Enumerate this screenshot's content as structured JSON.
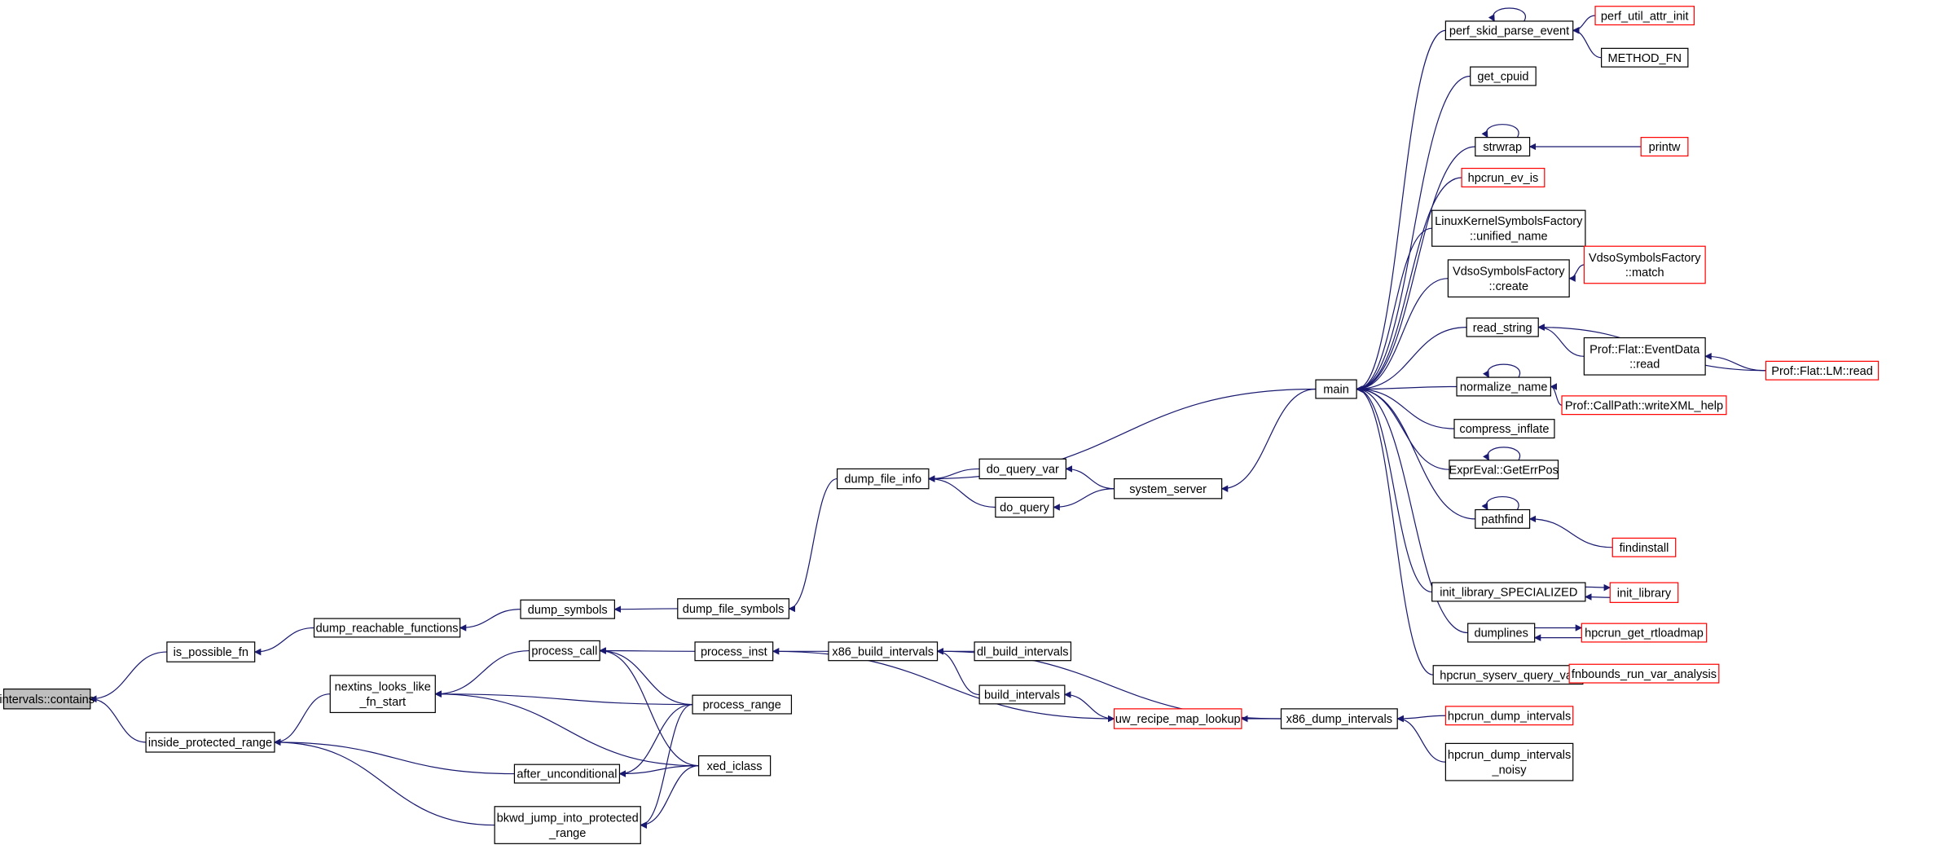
{
  "graph": {
    "edge_color": "#191970",
    "highlight_fill": "#bfbfbf",
    "missing_border_color": "#ff0000",
    "nodes": [
      {
        "id": "contains",
        "label": "intervals::contains",
        "root": true
      },
      {
        "id": "is_possible_fn",
        "label": "is_possible_fn"
      },
      {
        "id": "inside_protected_range",
        "label": "inside_protected_range"
      },
      {
        "id": "dump_reachable_functions",
        "label": "dump_reachable_functions"
      },
      {
        "id": "nextins",
        "label": "nextins_looks_like\n_fn_start"
      },
      {
        "id": "dump_symbols",
        "label": "dump_symbols"
      },
      {
        "id": "process_call",
        "label": "process_call"
      },
      {
        "id": "after_unconditional",
        "label": "after_unconditional"
      },
      {
        "id": "bkwd_jump",
        "label": "bkwd_jump_into_protected\n_range"
      },
      {
        "id": "dump_file_symbols",
        "label": "dump_file_symbols"
      },
      {
        "id": "process_inst",
        "label": "process_inst"
      },
      {
        "id": "process_range",
        "label": "process_range"
      },
      {
        "id": "xed_iclass",
        "label": "xed_iclass"
      },
      {
        "id": "dump_file_info",
        "label": "dump_file_info"
      },
      {
        "id": "do_query_var",
        "label": "do_query_var"
      },
      {
        "id": "do_query",
        "label": "do_query"
      },
      {
        "id": "system_server",
        "label": "system_server"
      },
      {
        "id": "x86_build_intervals",
        "label": "x86_build_intervals"
      },
      {
        "id": "dl_build_intervals",
        "label": "dl_build_intervals"
      },
      {
        "id": "build_intervals",
        "label": "build_intervals"
      },
      {
        "id": "uw_recipe_map_lookup",
        "label": "uw_recipe_map_lookup",
        "red": true
      },
      {
        "id": "x86_dump_intervals",
        "label": "x86_dump_intervals"
      },
      {
        "id": "main",
        "label": "main"
      },
      {
        "id": "perf_skid_parse_event",
        "label": "perf_skid_parse_event"
      },
      {
        "id": "get_cpuid",
        "label": "get_cpuid"
      },
      {
        "id": "strwrap",
        "label": "strwrap"
      },
      {
        "id": "hpcrun_ev_is",
        "label": "hpcrun_ev_is",
        "red": true
      },
      {
        "id": "linux_unified",
        "label": "LinuxKernelSymbolsFactory\n::unified_name"
      },
      {
        "id": "vdso_create",
        "label": "VdsoSymbolsFactory\n::create"
      },
      {
        "id": "read_string",
        "label": "read_string"
      },
      {
        "id": "normalize_name",
        "label": "normalize_name"
      },
      {
        "id": "compress_inflate",
        "label": "compress_inflate"
      },
      {
        "id": "expr_geterrpos",
        "label": "ExprEval::GetErrPos"
      },
      {
        "id": "pathfind",
        "label": "pathfind"
      },
      {
        "id": "init_library_specialized",
        "label": "init_library_SPECIALIZED"
      },
      {
        "id": "dumplines",
        "label": "dumplines"
      },
      {
        "id": "hpcrun_syserv_query_var",
        "label": "hpcrun_syserv_query_var"
      },
      {
        "id": "perf_util_attr_init",
        "label": "perf_util_attr_init",
        "red": true
      },
      {
        "id": "method_fn",
        "label": "METHOD_FN"
      },
      {
        "id": "printw",
        "label": "printw",
        "red": true
      },
      {
        "id": "vdso_match",
        "label": "VdsoSymbolsFactory\n::match",
        "red": true
      },
      {
        "id": "eventdata_read",
        "label": "Prof::Flat::EventData\n::read"
      },
      {
        "id": "lm_read",
        "label": "Prof::Flat::LM::read",
        "red": true
      },
      {
        "id": "writexml_help",
        "label": "Prof::CallPath::writeXML_help",
        "red": true
      },
      {
        "id": "findinstall",
        "label": "findinstall",
        "red": true
      },
      {
        "id": "init_library",
        "label": "init_library",
        "red": true
      },
      {
        "id": "hpcrun_get_rtloadmap",
        "label": "hpcrun_get_rtloadmap",
        "red": true
      },
      {
        "id": "fnbounds_run_var_analysis",
        "label": "fnbounds_run_var_analysis",
        "red": true
      },
      {
        "id": "hpcrun_dump_intervals",
        "label": "hpcrun_dump_intervals",
        "red": true
      },
      {
        "id": "hpcrun_dump_intervals_noisy",
        "label": "hpcrun_dump_intervals\n_noisy"
      }
    ],
    "edges": [
      [
        "is_possible_fn",
        "contains"
      ],
      [
        "inside_protected_range",
        "contains"
      ],
      [
        "dump_reachable_functions",
        "is_possible_fn"
      ],
      [
        "dump_symbols",
        "dump_reachable_functions"
      ],
      [
        "dump_file_symbols",
        "dump_symbols"
      ],
      [
        "dump_file_info",
        "dump_file_symbols"
      ],
      [
        "do_query_var",
        "dump_file_info"
      ],
      [
        "do_query",
        "dump_file_info"
      ],
      [
        "main",
        "dump_file_info"
      ],
      [
        "system_server",
        "do_query_var"
      ],
      [
        "system_server",
        "do_query"
      ],
      [
        "main",
        "system_server"
      ],
      [
        "nextins",
        "inside_protected_range"
      ],
      [
        "after_unconditional",
        "inside_protected_range"
      ],
      [
        "bkwd_jump",
        "inside_protected_range"
      ],
      [
        "process_call",
        "nextins"
      ],
      [
        "process_range",
        "nextins"
      ],
      [
        "xed_iclass",
        "nextins"
      ],
      [
        "process_inst",
        "process_call"
      ],
      [
        "process_range",
        "process_call"
      ],
      [
        "xed_iclass",
        "process_call"
      ],
      [
        "process_range",
        "after_unconditional"
      ],
      [
        "xed_iclass",
        "after_unconditional"
      ],
      [
        "process_range",
        "bkwd_jump"
      ],
      [
        "xed_iclass",
        "bkwd_jump"
      ],
      [
        "x86_build_intervals",
        "process_inst"
      ],
      [
        "process_inst",
        "uw_recipe_map_lookup"
      ],
      [
        "dl_build_intervals",
        "x86_build_intervals"
      ],
      [
        "build_intervals",
        "x86_build_intervals"
      ],
      [
        "x86_dump_intervals",
        "x86_build_intervals"
      ],
      [
        "uw_recipe_map_lookup",
        "build_intervals"
      ],
      [
        "x86_dump_intervals",
        "uw_recipe_map_lookup"
      ],
      [
        "hpcrun_dump_intervals",
        "x86_dump_intervals"
      ],
      [
        "hpcrun_dump_intervals_noisy",
        "x86_dump_intervals"
      ],
      [
        "perf_skid_parse_event",
        "main"
      ],
      [
        "get_cpuid",
        "main"
      ],
      [
        "strwrap",
        "main"
      ],
      [
        "hpcrun_ev_is",
        "main"
      ],
      [
        "linux_unified",
        "main"
      ],
      [
        "vdso_create",
        "main"
      ],
      [
        "read_string",
        "main"
      ],
      [
        "normalize_name",
        "main"
      ],
      [
        "compress_inflate",
        "main"
      ],
      [
        "expr_geterrpos",
        "main"
      ],
      [
        "pathfind",
        "main"
      ],
      [
        "init_library_specialized",
        "main"
      ],
      [
        "dumplines",
        "main"
      ],
      [
        "hpcrun_syserv_query_var",
        "main"
      ],
      [
        "perf_skid_parse_event",
        "perf_skid_parse_event"
      ],
      [
        "strwrap",
        "strwrap"
      ],
      [
        "normalize_name",
        "normalize_name"
      ],
      [
        "expr_geterrpos",
        "expr_geterrpos"
      ],
      [
        "pathfind",
        "pathfind"
      ],
      [
        "perf_util_attr_init",
        "perf_skid_parse_event"
      ],
      [
        "method_fn",
        "perf_skid_parse_event"
      ],
      [
        "printw",
        "strwrap"
      ],
      [
        "vdso_match",
        "vdso_create"
      ],
      [
        "lm_read",
        "read_string"
      ],
      [
        "eventdata_read",
        "read_string"
      ],
      [
        "lm_read",
        "eventdata_read"
      ],
      [
        "writexml_help",
        "normalize_name"
      ],
      [
        "findinstall",
        "pathfind"
      ],
      [
        "init_library_specialized",
        "init_library"
      ],
      [
        "init_library",
        "init_library_specialized"
      ],
      [
        "dumplines",
        "hpcrun_get_rtloadmap"
      ],
      [
        "hpcrun_get_rtloadmap",
        "dumplines"
      ],
      [
        "fnbounds_run_var_analysis",
        "hpcrun_syserv_query_var"
      ]
    ]
  }
}
